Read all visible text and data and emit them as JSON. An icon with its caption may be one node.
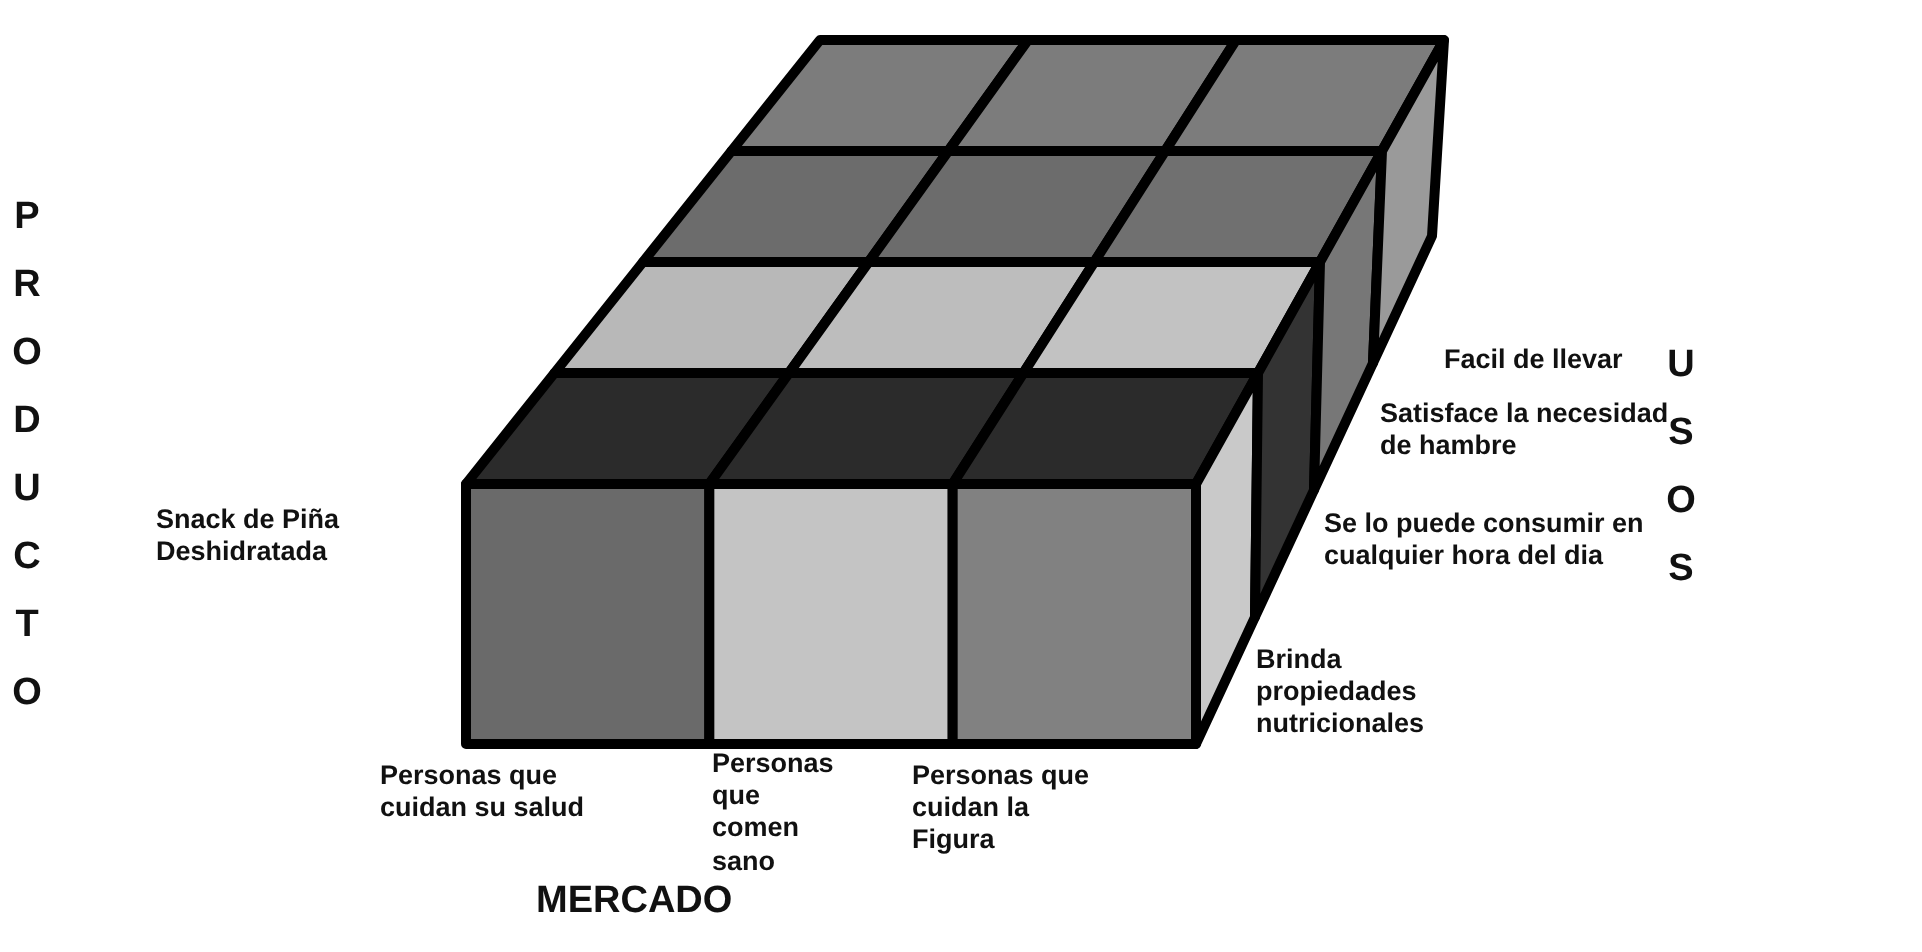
{
  "diagram": {
    "labels": [
      "PRODUCTO",
      "Snack de Piña Deshidratada",
      "Facil de llevar",
      "Satisface la necesidad de hambre",
      "Se lo puede consumir en cualquier hora del dia",
      "Brinda propiedades nutricionales",
      "USOS",
      "Personas que cuidan su salud",
      "Personas que comen sano",
      "Personas que cuidan la Figura",
      "MERCADO"
    ]
  }
}
